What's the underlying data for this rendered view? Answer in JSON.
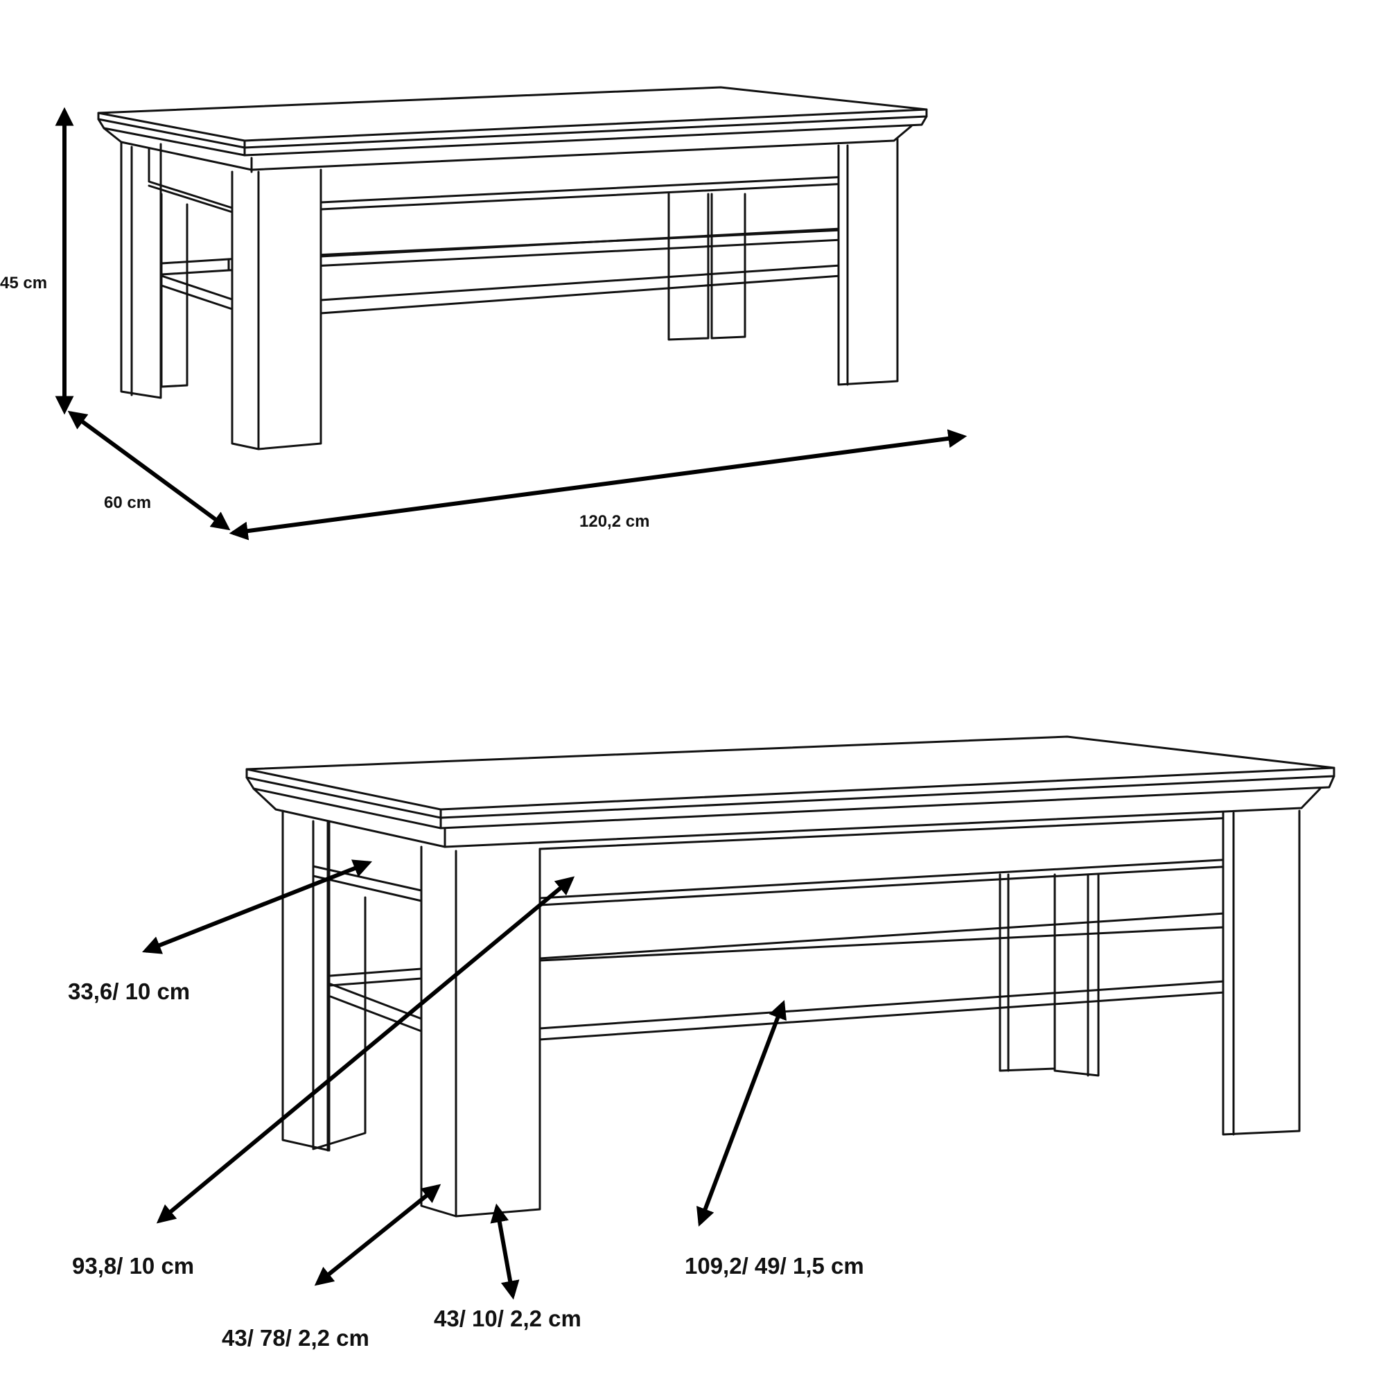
{
  "top_view": {
    "height_label": "45 cm",
    "depth_label": "60 cm",
    "width_label": "120,2 cm"
  },
  "bottom_view": {
    "part_a_label": "33,6/ 10 cm",
    "part_b_label": "93,8/ 10 cm",
    "part_c_label": "43/ 78/ 2,2 cm",
    "part_d_label": "43/ 10/ 2,2 cm",
    "part_e_label": "109,2/ 49/ 1,5 cm"
  }
}
